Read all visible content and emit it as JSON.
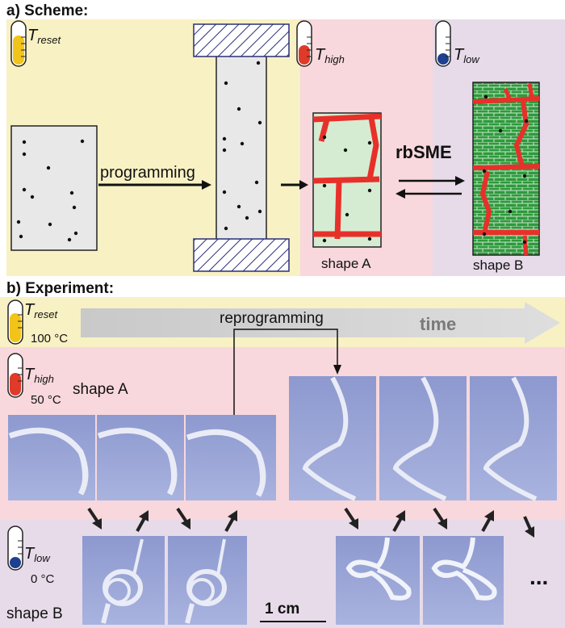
{
  "section_a": {
    "heading": "a) Scheme:",
    "t_reset": "T",
    "t_reset_sub": "reset",
    "t_high": "T",
    "t_high_sub": "high",
    "t_low": "T",
    "t_low_sub": "low",
    "programming_label": "programming",
    "rbsme_label": "rbSME",
    "shape_a_label": "shape A",
    "shape_b_label": "shape B"
  },
  "section_b": {
    "heading": "b) Experiment:",
    "t_reset": "T",
    "t_reset_sub": "reset",
    "reset_temp": "100 °C",
    "t_high": "T",
    "t_high_sub": "high",
    "high_temp": "50 °C",
    "shape_a_label": "shape A",
    "t_low": "T",
    "t_low_sub": "low",
    "low_temp": "0 °C",
    "shape_b_label": "shape B",
    "reprogramming_label": "reprogramming",
    "time_label": "time",
    "scale_label": "1 cm",
    "ellipsis": "..."
  },
  "colors": {
    "reset_band": "#f8f1c4",
    "high_band": "#f8d8dc",
    "low_band": "#e7dbe9",
    "thermo_yellow": "#f2c419",
    "thermo_red": "#e03a2a",
    "thermo_blue": "#1f3f8f",
    "green_cell": "#2c9a3a",
    "red_boundary": "#e8302a",
    "photo_blue": "#9aa6d8"
  }
}
